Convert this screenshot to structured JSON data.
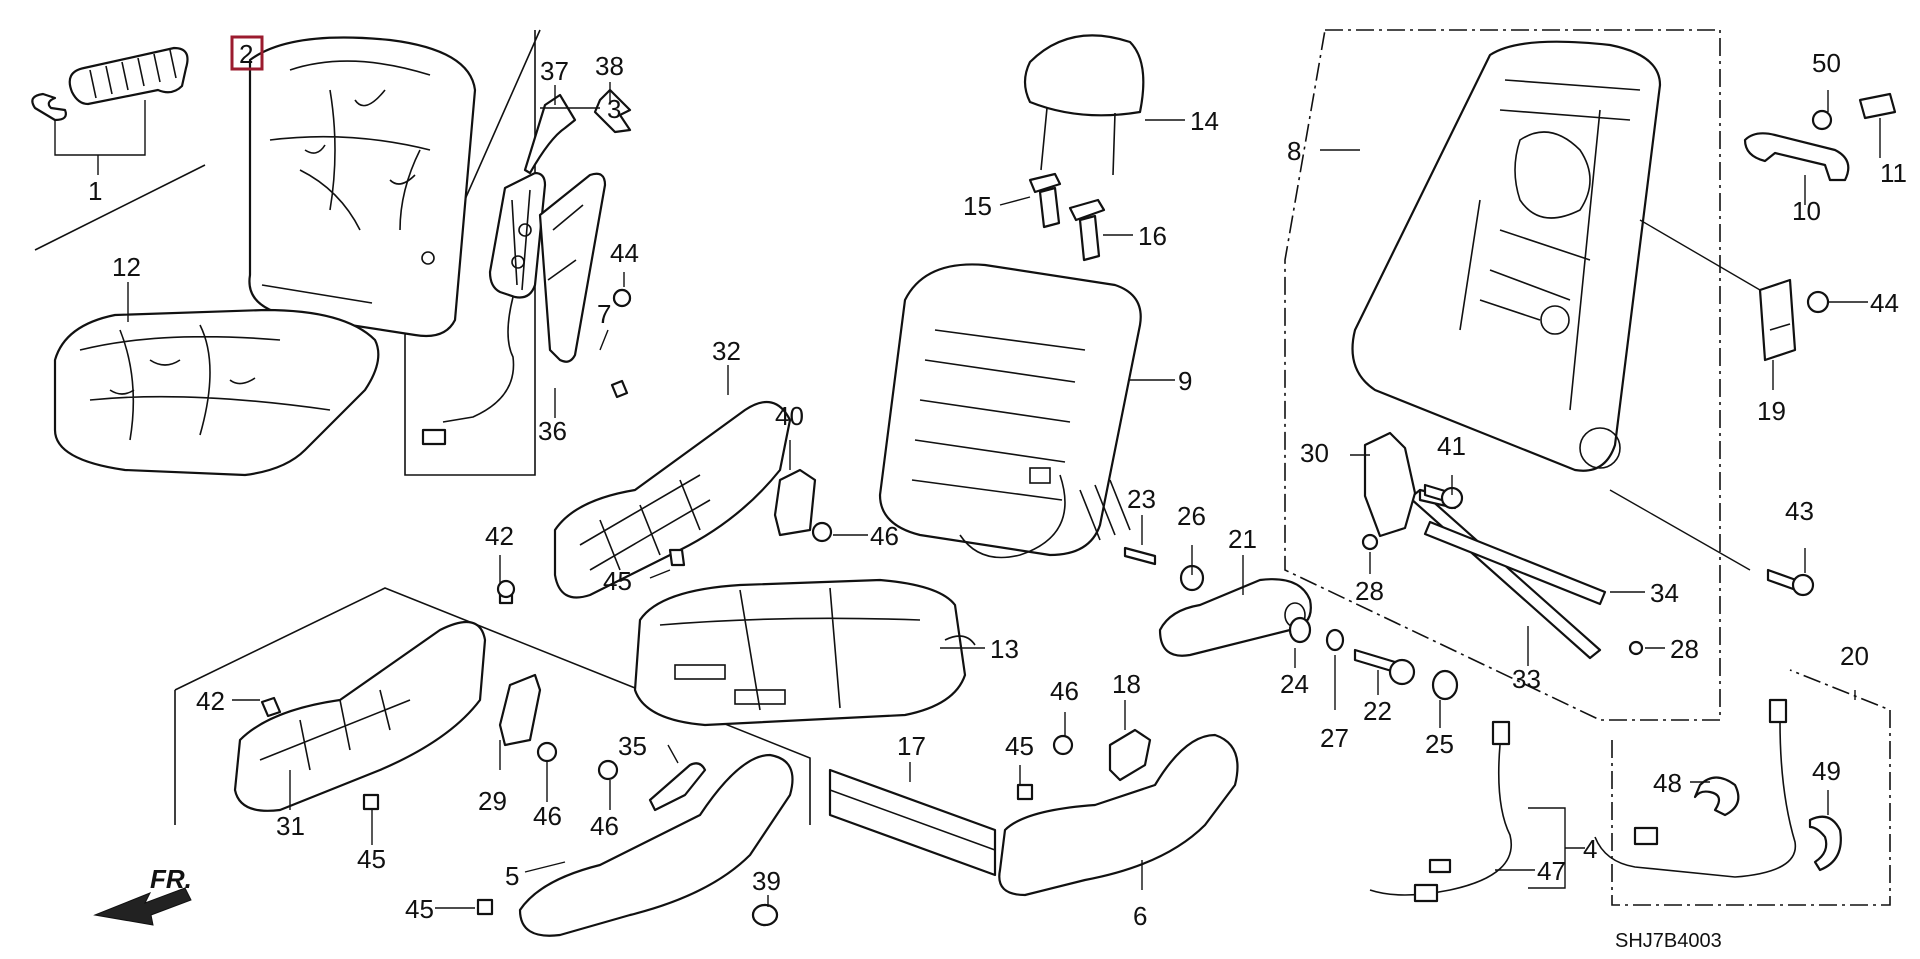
{
  "diagram_code": "SHJ7B4003",
  "direction_label": "FR.",
  "highlighted_part": "2",
  "callouts": [
    {
      "id": "c1",
      "label": "1"
    },
    {
      "id": "c2",
      "label": "2"
    },
    {
      "id": "c3",
      "label": "3"
    },
    {
      "id": "c4",
      "label": "4"
    },
    {
      "id": "c5",
      "label": "5"
    },
    {
      "id": "c6",
      "label": "6"
    },
    {
      "id": "c7",
      "label": "7"
    },
    {
      "id": "c8",
      "label": "8"
    },
    {
      "id": "c9",
      "label": "9"
    },
    {
      "id": "c10",
      "label": "10"
    },
    {
      "id": "c11",
      "label": "11"
    },
    {
      "id": "c12",
      "label": "12"
    },
    {
      "id": "c13",
      "label": "13"
    },
    {
      "id": "c14",
      "label": "14"
    },
    {
      "id": "c15",
      "label": "15"
    },
    {
      "id": "c16",
      "label": "16"
    },
    {
      "id": "c17",
      "label": "17"
    },
    {
      "id": "c18",
      "label": "18"
    },
    {
      "id": "c19",
      "label": "19"
    },
    {
      "id": "c20",
      "label": "20"
    },
    {
      "id": "c21",
      "label": "21"
    },
    {
      "id": "c22",
      "label": "22"
    },
    {
      "id": "c23",
      "label": "23"
    },
    {
      "id": "c24",
      "label": "24"
    },
    {
      "id": "c25",
      "label": "25"
    },
    {
      "id": "c26",
      "label": "26"
    },
    {
      "id": "c27",
      "label": "27"
    },
    {
      "id": "c28a",
      "label": "28"
    },
    {
      "id": "c28b",
      "label": "28"
    },
    {
      "id": "c29",
      "label": "29"
    },
    {
      "id": "c30",
      "label": "30"
    },
    {
      "id": "c31",
      "label": "31"
    },
    {
      "id": "c32",
      "label": "32"
    },
    {
      "id": "c33",
      "label": "33"
    },
    {
      "id": "c34",
      "label": "34"
    },
    {
      "id": "c35",
      "label": "35"
    },
    {
      "id": "c36",
      "label": "36"
    },
    {
      "id": "c37",
      "label": "37"
    },
    {
      "id": "c38",
      "label": "38"
    },
    {
      "id": "c39",
      "label": "39"
    },
    {
      "id": "c40",
      "label": "40"
    },
    {
      "id": "c41",
      "label": "41"
    },
    {
      "id": "c42a",
      "label": "42"
    },
    {
      "id": "c42b",
      "label": "42"
    },
    {
      "id": "c43",
      "label": "43"
    },
    {
      "id": "c44a",
      "label": "44"
    },
    {
      "id": "c44b",
      "label": "44"
    },
    {
      "id": "c45a",
      "label": "45"
    },
    {
      "id": "c45b",
      "label": "45"
    },
    {
      "id": "c45c",
      "label": "45"
    },
    {
      "id": "c45d",
      "label": "45"
    },
    {
      "id": "c46a",
      "label": "46"
    },
    {
      "id": "c46b",
      "label": "46"
    },
    {
      "id": "c46c",
      "label": "46"
    },
    {
      "id": "c46d",
      "label": "46"
    },
    {
      "id": "c47",
      "label": "47"
    },
    {
      "id": "c48",
      "label": "48"
    },
    {
      "id": "c49",
      "label": "49"
    },
    {
      "id": "c50",
      "label": "50"
    }
  ]
}
